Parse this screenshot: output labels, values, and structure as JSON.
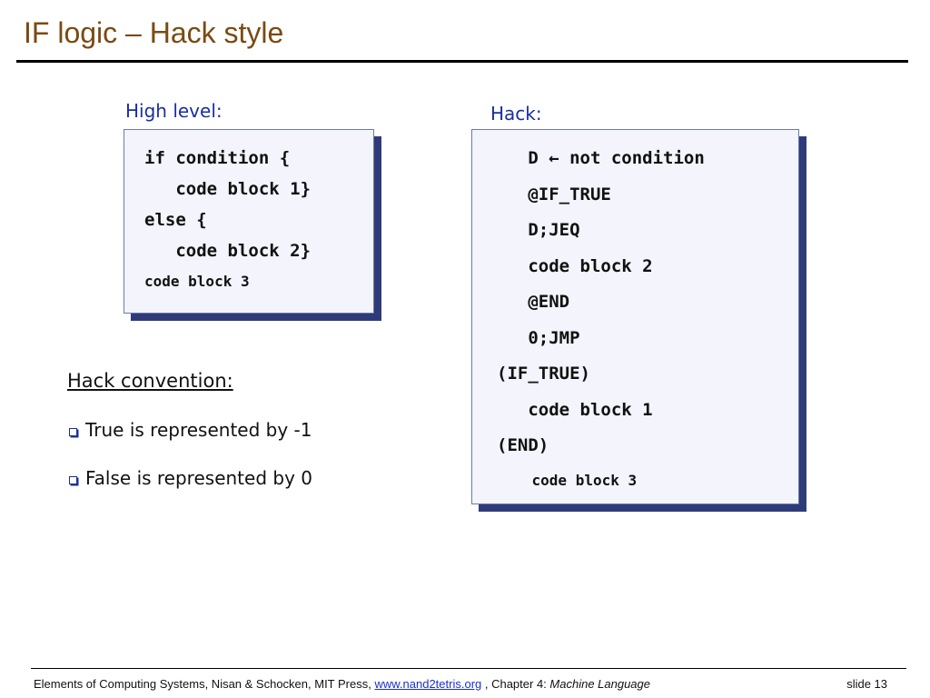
{
  "title": "IF logic – Hack style",
  "high_level": {
    "label": "High level:",
    "lines": [
      "if condition {",
      "   code block 1}",
      "else {",
      "   code block 2}",
      "code block 3"
    ]
  },
  "hack": {
    "label": "Hack:",
    "lines": [
      "   D ← not condition",
      "   @IF_TRUE",
      "   D;JEQ",
      "   code block 2",
      "   @END",
      "   0;JMP",
      "(IF_TRUE)",
      "   code block 1",
      "(END)",
      "    code block 3"
    ]
  },
  "convention": {
    "heading": "Hack convention:",
    "bullets": [
      "True is represented by -1",
      "False is represented by 0"
    ]
  },
  "footer": {
    "text_before": "Elements of Computing Systems, Nisan & Schocken, MIT Press, ",
    "link": "www.nand2tetris.org",
    "text_middle": " , Chapter 4: ",
    "chapter": "Machine Language",
    "slide": "slide 13"
  }
}
